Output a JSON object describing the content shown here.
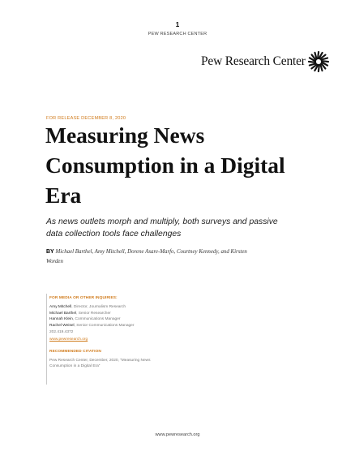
{
  "header": {
    "page_number": "1",
    "org_name": "PEW RESEARCH CENTER"
  },
  "logo": {
    "text": "Pew Research Center",
    "icon": "sunburst-icon"
  },
  "release_line": "FOR RELEASE DECEMBER 8, 2020",
  "title_lines": [
    "Measuring News",
    "Consumption in a Digital",
    "Era"
  ],
  "subtitle_lines": [
    "As news outlets morph and multiply, both surveys and passive",
    "data collection tools face challenges"
  ],
  "byline": {
    "prefix": "BY",
    "line1": "Michael Barthel, Amy Mitchell, Dorene Asare-Marfo, Courtney Kennedy, and Kirsten",
    "line2": "Worden"
  },
  "contacts": {
    "heading": "FOR MEDIA OR OTHER INQUIRIES:",
    "people": [
      {
        "name": "Amy Mitchell",
        "role": ", Director, Journalism Research"
      },
      {
        "name": "Michael Barthel",
        "role": ", Senior Researcher"
      },
      {
        "name": "Hannah Klein",
        "role": ", Communications Manager"
      },
      {
        "name": "Rachel Weisel",
        "role": ", Senior Communications Manager"
      }
    ],
    "phone": "202.419.4372",
    "website": "www.pewresearch.org"
  },
  "citation": {
    "heading": "RECOMMENDED CITATION",
    "lines": [
      "Pew Research Center, December, 2020, “Measuring News",
      "Consumption in a Digital Era”"
    ]
  },
  "footer": {
    "url": "www.pewresearch.org"
  },
  "colors": {
    "accent": "#d07a1a",
    "text": "#111111",
    "muted": "#777777"
  }
}
